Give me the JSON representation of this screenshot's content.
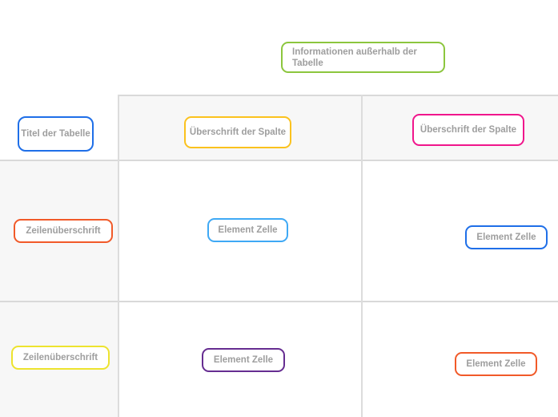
{
  "diagram": {
    "text_color": "#9e9e9e",
    "table": {
      "grid_line_color": "#d9d9d9",
      "vertical_line_color": "#dcdcdc",
      "shaded_region_color": "#f7f7f7"
    },
    "labels": {
      "outside_info": {
        "text": "Informationen außerhalb der Tabelle",
        "color": "#8cc63e"
      },
      "table_title": {
        "text": "Titel der Tabelle",
        "color": "#1f6fe8"
      },
      "column_header_1": {
        "text": "Überschrift der Spalte",
        "color": "#fbc21e"
      },
      "column_header_2": {
        "text": "Überschrift der Spalte",
        "color": "#f0168c"
      },
      "row_header_1": {
        "text": "Zeilenüberschrift",
        "color": "#f15a29"
      },
      "cell_element_1": {
        "text": "Element Zelle",
        "color": "#3fa9f5"
      },
      "cell_element_2": {
        "text": "Element Zelle",
        "color": "#1f6fe8"
      },
      "row_header_2": {
        "text": "Zeilenüberschrift",
        "color": "#ede32f"
      },
      "cell_element_3": {
        "text": "Element Zelle",
        "color": "#662d91"
      },
      "cell_element_4": {
        "text": "Element Zelle",
        "color": "#f15a29"
      }
    }
  }
}
